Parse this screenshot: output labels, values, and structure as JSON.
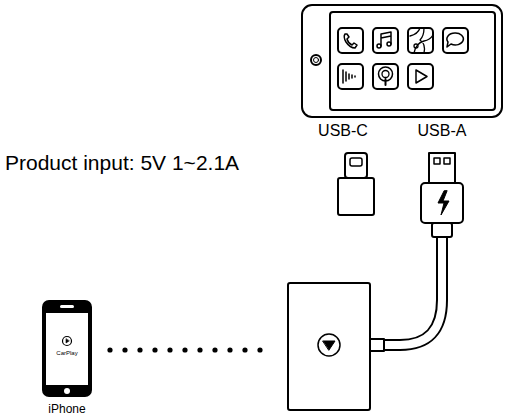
{
  "diagram": {
    "labels": [
      "Product input: 5V 1~2.1A",
      "USB-C",
      "USB-A",
      "CarPlay",
      "iPhone"
    ]
  }
}
